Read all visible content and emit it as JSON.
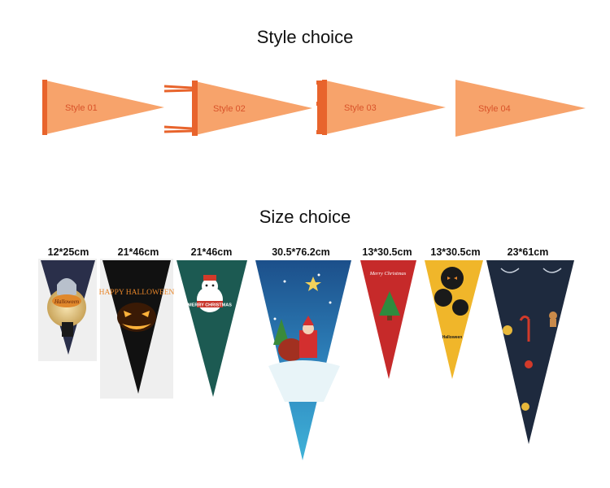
{
  "style_section": {
    "heading": "Style choice",
    "styles": [
      {
        "label": "Style  01"
      },
      {
        "label": "Style  02"
      },
      {
        "label": "Style  03"
      },
      {
        "label": "Style  04"
      }
    ]
  },
  "size_section": {
    "heading": "Size choice",
    "sizes": [
      {
        "label": "12*25cm",
        "theme": "Halloween",
        "print": "Halloween"
      },
      {
        "label": "21*46cm",
        "theme": "Halloween",
        "print": "HAPPY HALLOWEEN"
      },
      {
        "label": "21*46cm",
        "theme": "Christmas",
        "print": "MERRY CHRISTMAS"
      },
      {
        "label": "30.5*76.2cm",
        "theme": "Christmas",
        "print": ""
      },
      {
        "label": "13*30.5cm",
        "theme": "Christmas",
        "print": "Merry Christmas"
      },
      {
        "label": "13*30.5cm",
        "theme": "Halloween",
        "print": "Halloween"
      },
      {
        "label": "23*61cm",
        "theme": "Christmas",
        "print": ""
      }
    ]
  },
  "colors": {
    "pennant_fill": "#f7a36b",
    "pennant_band": "#e8642c",
    "label_text": "#d9532a"
  }
}
